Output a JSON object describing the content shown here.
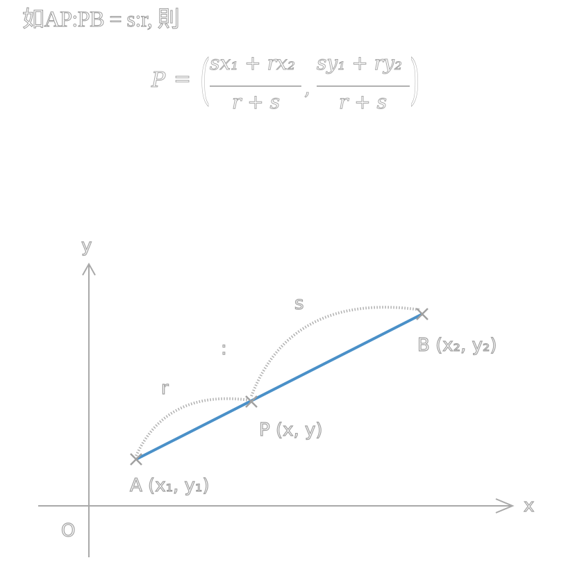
{
  "header": {
    "text": "如AP:PB = s:r, 則"
  },
  "formula": {
    "lhs": "P",
    "equals": "=",
    "num1": "sx₁ + rx₂",
    "den1": "r + s",
    "comma": ",",
    "num2": "sy₁ + ry₂",
    "den2": "r + s"
  },
  "diagram": {
    "axis_x_label": "x",
    "axis_y_label": "y",
    "origin_label": "O",
    "label_r": "r",
    "label_s": "s",
    "ellipsis": ":",
    "point_A": "A (x₁, y₁)",
    "point_P": "P (x, y)",
    "point_B": "B (x₂, y₂)",
    "segment_color": "#4a90c8",
    "line_color": "#a0a0a0"
  }
}
